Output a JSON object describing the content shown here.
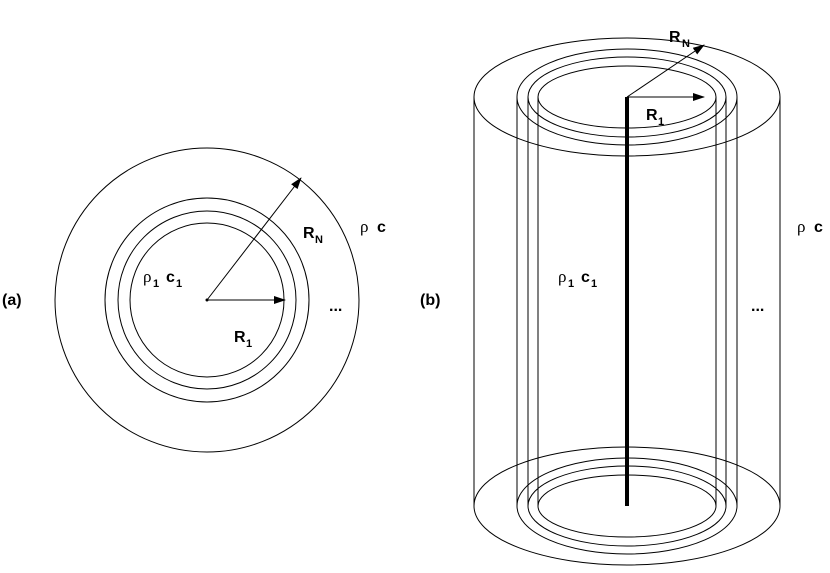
{
  "panel_a": {
    "tag": "(a)",
    "inner_density": "ρ",
    "inner_density_sub": "1",
    "inner_c": "c",
    "inner_c_sub": "1",
    "outer_density": "ρ",
    "outer_c": "c",
    "radius_inner": "R",
    "radius_inner_sub": "1",
    "radius_outer": "R",
    "radius_outer_sub": "N",
    "ellipsis": "..."
  },
  "panel_b": {
    "tag": "(b)",
    "inner_density": "ρ",
    "inner_density_sub": "1",
    "inner_c": "c",
    "inner_c_sub": "1",
    "outer_density": "ρ",
    "outer_c": "c",
    "radius_inner": "R",
    "radius_inner_sub": "1",
    "radius_outer": "R",
    "radius_outer_sub": "N",
    "ellipsis": "..."
  }
}
